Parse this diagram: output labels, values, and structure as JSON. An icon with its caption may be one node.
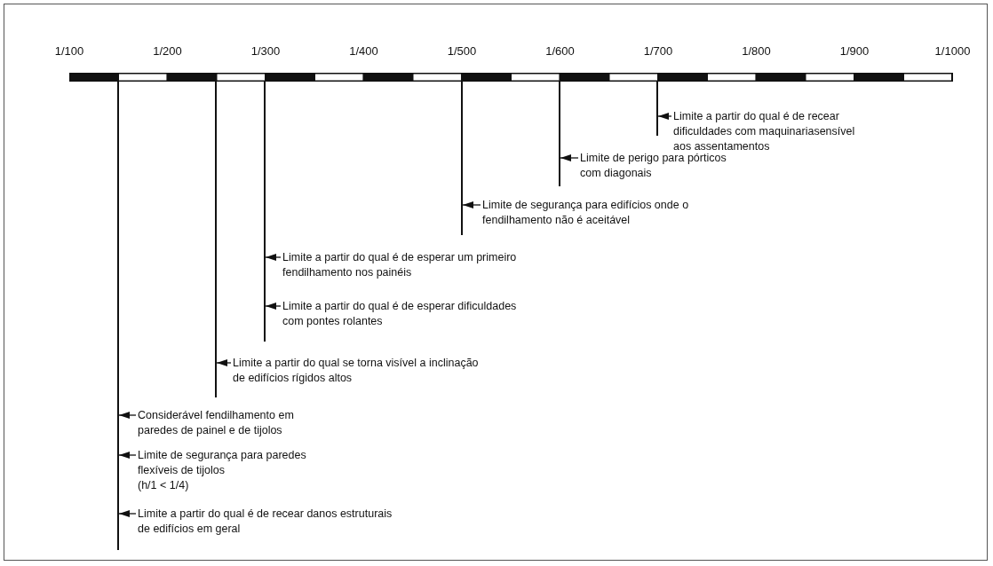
{
  "diagram": {
    "nodes": [
      {
        "text": [],
        "shape": "bar"
      },
      {
        "text": [],
        "shape": "line"
      },
      {
        "text": [],
        "shape": "line"
      },
      {
        "text": [],
        "shape": "line"
      },
      {
        "text": [],
        "shape": "line"
      },
      {
        "text": [],
        "shape": "line"
      },
      {
        "text": [],
        "shape": "line"
      },
      {
        "text": [
          "Limite a partir do qual é de recear dificuldades com maquinariasensível aos assentamentos"
        ]
      },
      {
        "text": [
          "Limite de perigo para pórticos com diagonais"
        ]
      },
      {
        "text": [
          "Limite de segurança para edifícios onde o fendilhamento não é aceitável"
        ]
      },
      {
        "text": [
          "Limite a partir do qual é de esperar um primeiro fendilhamento nos painéis"
        ]
      },
      {
        "text": [
          "Limite a partir do qual é de esperar dificuldades com pontes rolantes"
        ]
      },
      {
        "text": [
          "Limite a partir do qual se torna visível a inclinação de edifícios rígidos altos"
        ]
      },
      {
        "text": [
          "Considerável fendilhamento em paredes de painel e de tijolos"
        ]
      },
      {
        "text": [
          "Limite de segurança para paredes flexíveis de tijolos",
          "(h/1 < 1/4)"
        ]
      },
      {
        "text": [
          "Limite a partir do qual é de recear danos estruturais de edifícios em geral"
        ]
      }
    ],
    "edges": [
      {
        "from": 7,
        "to": 6,
        "arrow": "to"
      },
      {
        "from": 8,
        "to": 5,
        "arrow": "to"
      },
      {
        "from": 9,
        "to": 4,
        "arrow": "to"
      },
      {
        "from": 10,
        "to": 3,
        "arrow": "to"
      },
      {
        "from": 11,
        "to": 3,
        "arrow": "to"
      },
      {
        "from": 12,
        "to": 2,
        "arrow": "to"
      },
      {
        "from": 13,
        "to": 1,
        "arrow": "to"
      },
      {
        "from": 14,
        "to": 1,
        "arrow": "to"
      },
      {
        "from": 15,
        "to": 1,
        "arrow": "to"
      }
    ],
    "labels": [
      "1/100",
      "1/200",
      "1/300",
      "1/400",
      "1/500",
      "1/600",
      "1/700",
      "1/800",
      "1/900",
      "1/1000"
    ]
  }
}
